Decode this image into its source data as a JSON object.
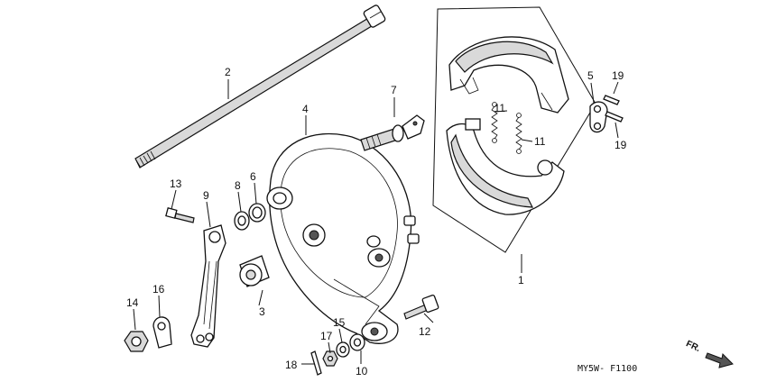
{
  "callouts": {
    "c1": "1",
    "c2": "2",
    "c3": "3",
    "c4": "4",
    "c5": "5",
    "c6": "6",
    "c7": "7",
    "c8": "8",
    "c9": "9",
    "c10": "10",
    "c11a": "11",
    "c11b": "11",
    "c12": "12",
    "c13": "13",
    "c14": "14",
    "c15": "15",
    "c16": "16",
    "c17": "17",
    "c18": "18",
    "c19a": "19",
    "c19b": "19"
  },
  "direction_label": "FR.",
  "diagram_code": "MY5W- F1100"
}
